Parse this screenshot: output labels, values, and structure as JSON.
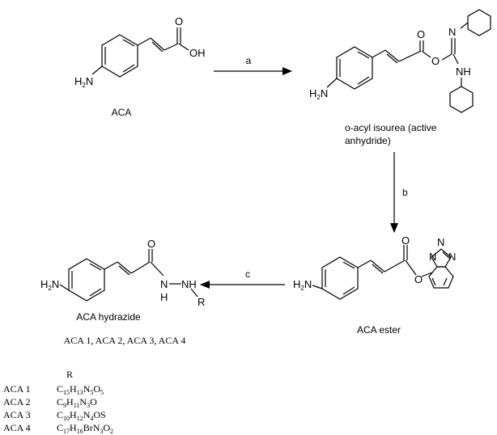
{
  "labels": {
    "aca": "ACA",
    "isourea_line1": "o-acyl isourea (active",
    "isourea_line2": "anhydride)",
    "ester": "ACA ester",
    "hydrazide": "ACA hydrazide",
    "series": "ACA 1, ACA 2, ACA 3, ACA 4"
  },
  "arrows": {
    "a": "a",
    "b": "b",
    "c": "c"
  },
  "atoms": {
    "oh": "OH",
    "o": "O",
    "nh2_h": "H",
    "nh2_n": "N",
    "nh2_sub": "2",
    "n": "N",
    "nh": "NH",
    "h": "H",
    "r": "R"
  },
  "table": {
    "header": "R",
    "rows": [
      {
        "name": "ACA 1",
        "formula": [
          [
            "C",
            ""
          ],
          [
            "15",
            "s"
          ],
          [
            "H",
            ""
          ],
          [
            "13",
            "s"
          ],
          [
            "N",
            ""
          ],
          [
            "5",
            "s"
          ],
          [
            "O",
            ""
          ],
          [
            "5",
            "s"
          ]
        ]
      },
      {
        "name": "ACA 2",
        "formula": [
          [
            "C",
            ""
          ],
          [
            "9",
            "s"
          ],
          [
            "H",
            ""
          ],
          [
            "11",
            "s"
          ],
          [
            "N",
            ""
          ],
          [
            "3",
            "s"
          ],
          [
            "O",
            ""
          ]
        ]
      },
      {
        "name": "ACA 3",
        "formula": [
          [
            "C",
            ""
          ],
          [
            "10",
            "s"
          ],
          [
            "H",
            ""
          ],
          [
            "12",
            "s"
          ],
          [
            "N",
            ""
          ],
          [
            "4",
            "s"
          ],
          [
            "OS",
            ""
          ]
        ]
      },
      {
        "name": "ACA 4",
        "formula": [
          [
            "C",
            ""
          ],
          [
            "17",
            "s"
          ],
          [
            "H",
            ""
          ],
          [
            "16",
            "s"
          ],
          [
            "Br",
            ""
          ],
          [
            "N",
            ""
          ],
          [
            "3",
            "s"
          ],
          [
            "O",
            ""
          ],
          [
            "2",
            "s"
          ]
        ]
      }
    ]
  }
}
